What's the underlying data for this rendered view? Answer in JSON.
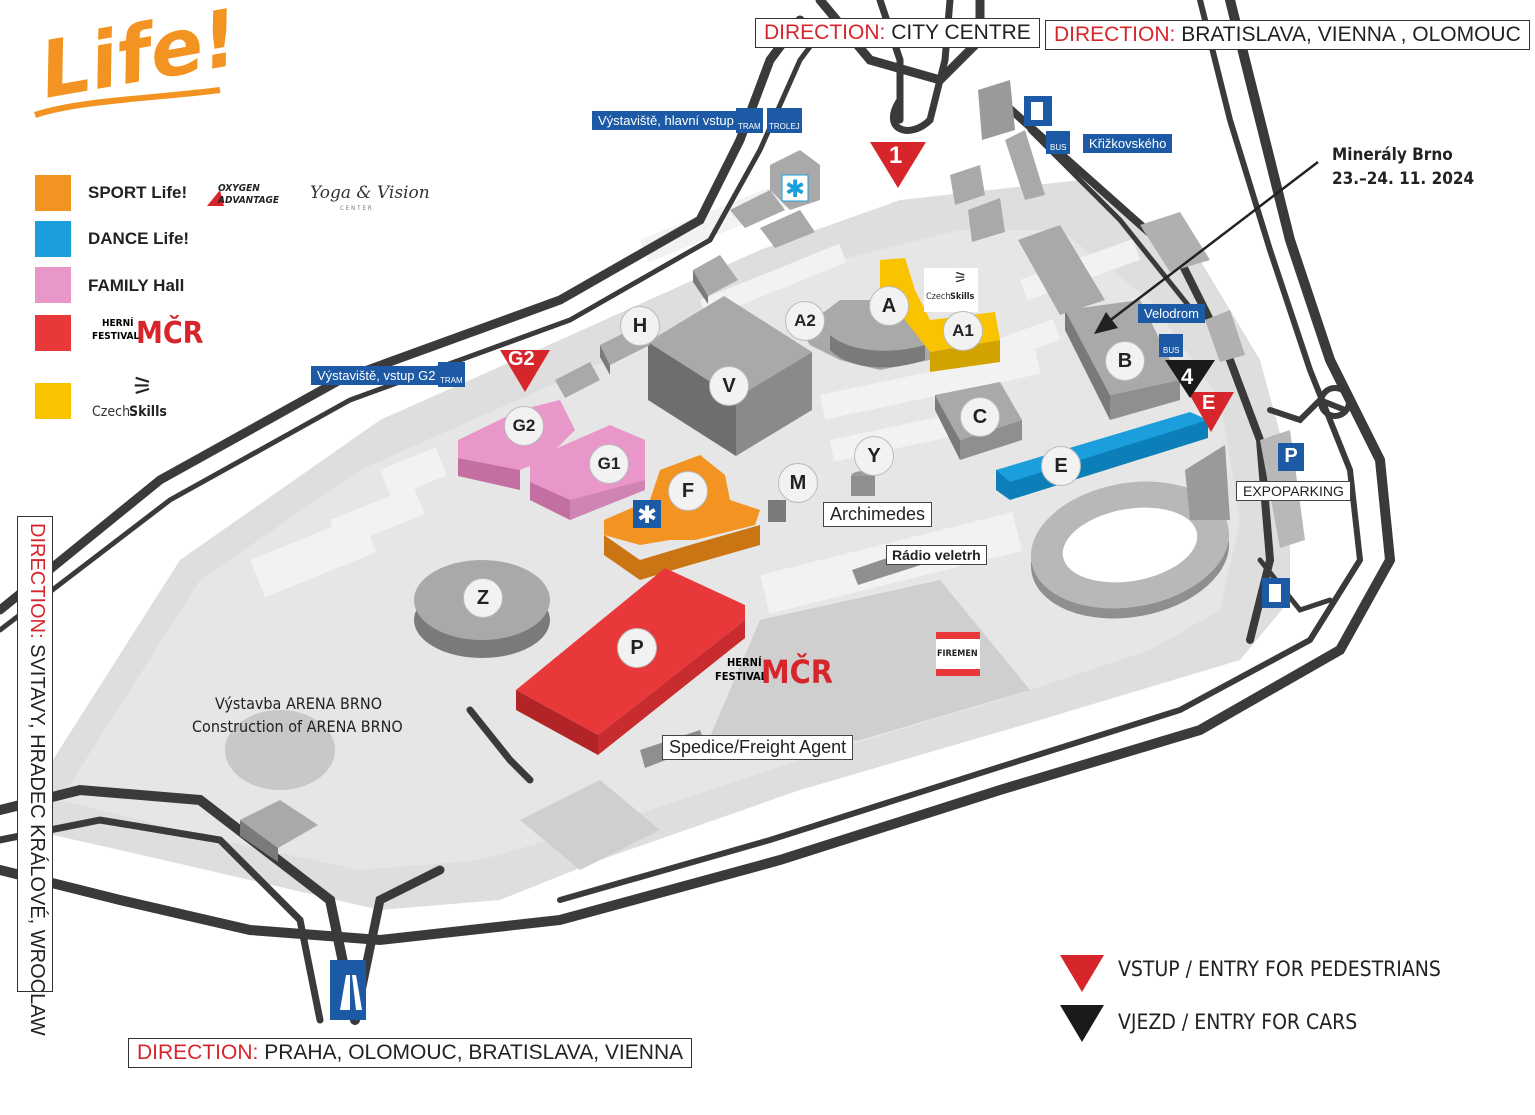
{
  "brand": {
    "logo_text": "Life!",
    "logo_color": "#f39322"
  },
  "directions": {
    "city_centre": {
      "prefix": "DIRECTION:",
      "text": "CITY CENTRE"
    },
    "bratislava": {
      "prefix": "DIRECTION:",
      "text": "BRATISLAVA, VIENNA , OLOMOUC"
    },
    "svitavy": {
      "prefix": "DIRECTION:",
      "text": "SVITAVY, HRADEC KRÁLOVÉ, WROCLAW"
    },
    "praha": {
      "prefix": "DIRECTION:",
      "text": "PRAHA, OLOMOUC, BRATISLAVA, VIENNA"
    }
  },
  "legend": [
    {
      "label": "SPORT Life!",
      "color": "#f39322"
    },
    {
      "label": "DANCE Life!",
      "color": "#1a9fdc"
    },
    {
      "label": "FAMILY Hall",
      "color": "#e997c8"
    },
    {
      "label": "",
      "color": "#e8383a",
      "logo": "herni-festival-mcr-logo"
    },
    {
      "label": "",
      "color": "#f9c300",
      "logo": "czechskills-logo"
    }
  ],
  "sponsors": {
    "oxygen": "OXYGEN ADVANTAGE",
    "yoga": "Yoga & Vision",
    "yoga_sub": "CENTER"
  },
  "logos": {
    "herni": "HERNÍ",
    "festival": "FESTIVAL",
    "mcr": "MČR",
    "czech": "Czech",
    "skills": "Skills",
    "radio": "Rádio veletrh",
    "firemen": "FIREMEN"
  },
  "halls": {
    "A": "A",
    "A1": "A1",
    "A2": "A2",
    "B": "B",
    "C": "C",
    "E": "E",
    "F": "F",
    "G1": "G1",
    "G2": "G2",
    "H": "H",
    "M": "M",
    "P": "P",
    "V": "V",
    "Y": "Y",
    "Z": "Z"
  },
  "stops": {
    "main_entrance": "Výstaviště, hlavní vstup",
    "g2_entrance": "Výstaviště, vstup G2",
    "krizkovskeho": "Křižkovského",
    "velodrom": "Velodrom",
    "tram": "TRAM",
    "trolej": "TROLEJ",
    "bus": "BUS"
  },
  "places": {
    "archimedes": "Archimedes",
    "expoparking": "EXPOPARKING",
    "freight": "Spedice/Freight Agent",
    "arena_cz": "Výstavba ARENA BRNO",
    "arena_en": "Construction of ARENA BRNO",
    "parking_icon": "P"
  },
  "entries": {
    "one": "1",
    "four": "4",
    "e": "E",
    "g2": "G2"
  },
  "event": {
    "name": "Minerály Brno",
    "date": "23.–24. 11. 2024"
  },
  "entry_legend": {
    "pedestrians": "VSTUP  / ENTRY FOR PEDESTRIANS",
    "cars": "VJEZD  / ENTRY FOR CARS"
  },
  "colors": {
    "road": "#3a3a3a",
    "ground": "#dedede",
    "building_top": "#a9a9a9",
    "building_side": "#7a7a7a",
    "entry_red": "#d6262c",
    "entry_black": "#1a1a1a",
    "sign_blue": "#1d5aa5"
  }
}
